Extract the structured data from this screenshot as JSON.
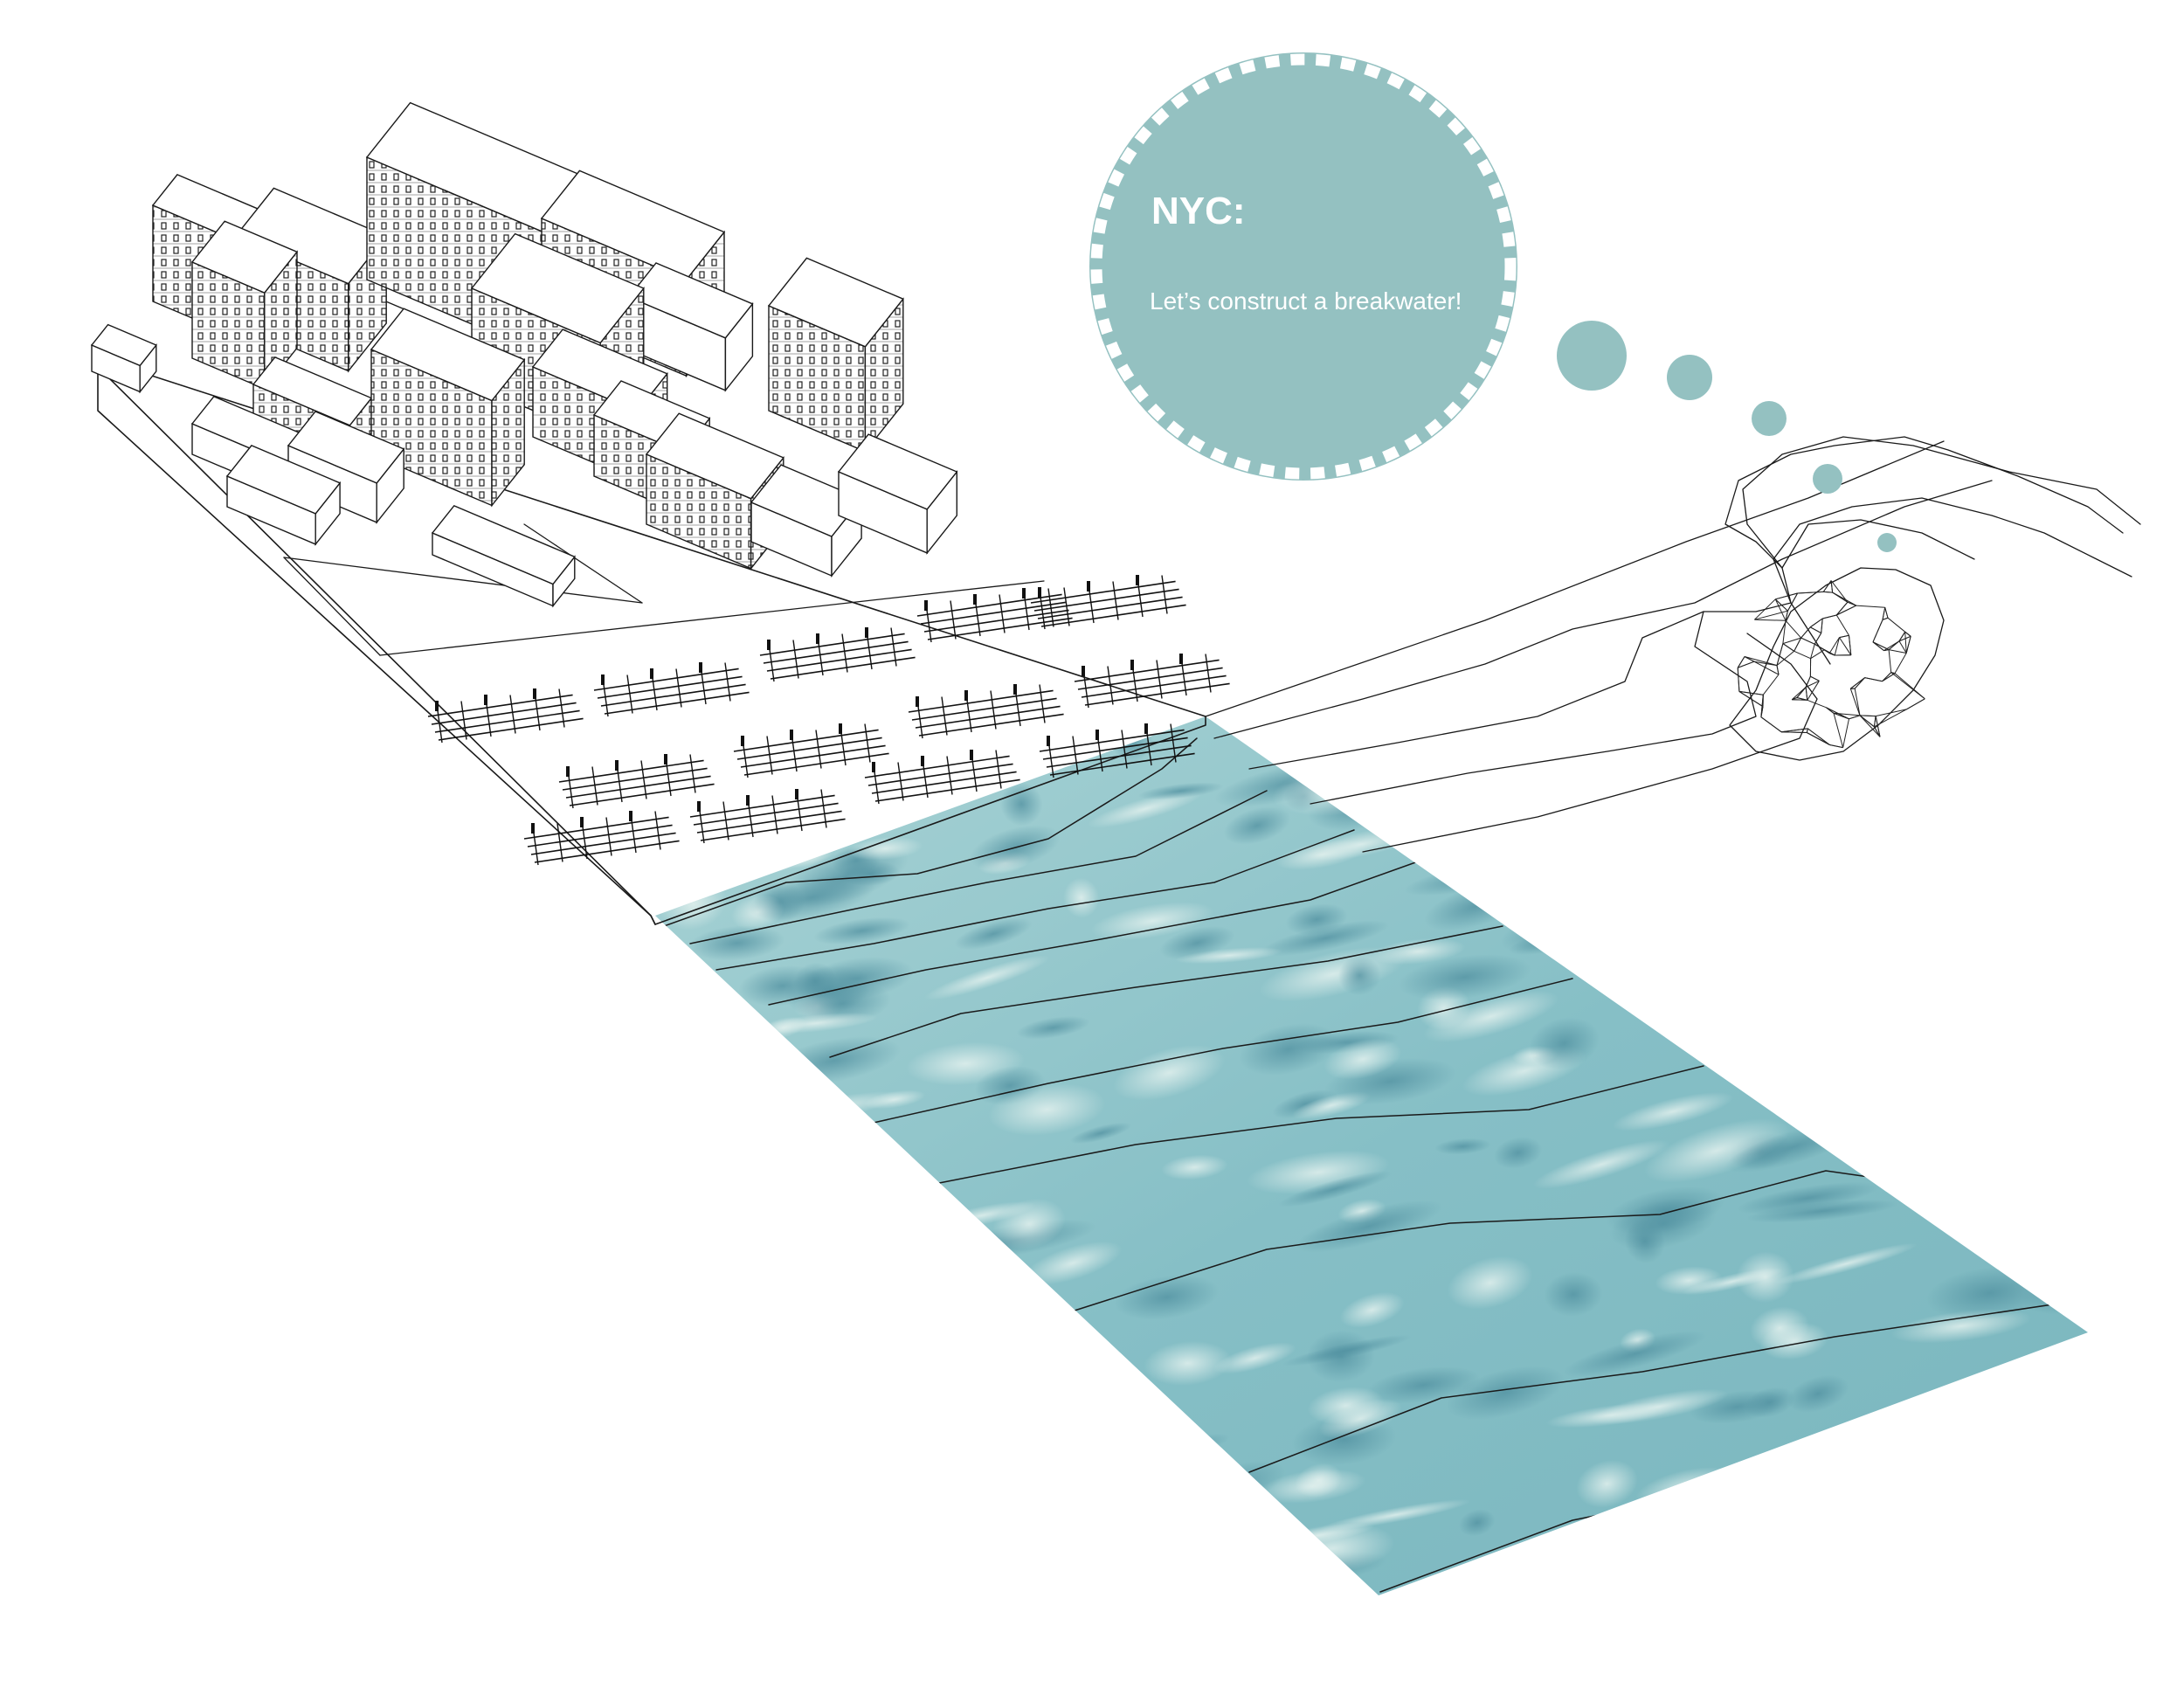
{
  "thought_bubble": {
    "title": "NYC:",
    "message": "Let’s construct a breakwater!"
  },
  "colors": {
    "bubble_fill": "#94c1c1",
    "water_base": "#8cc4c8",
    "water_dark": "#5d9fac",
    "water_light": "#cfe6e4",
    "linework": "#1a1a1a"
  },
  "icons": [
    "city-blocks-illustration",
    "pier-grid-illustration",
    "water-surface",
    "breakwater-rock"
  ]
}
